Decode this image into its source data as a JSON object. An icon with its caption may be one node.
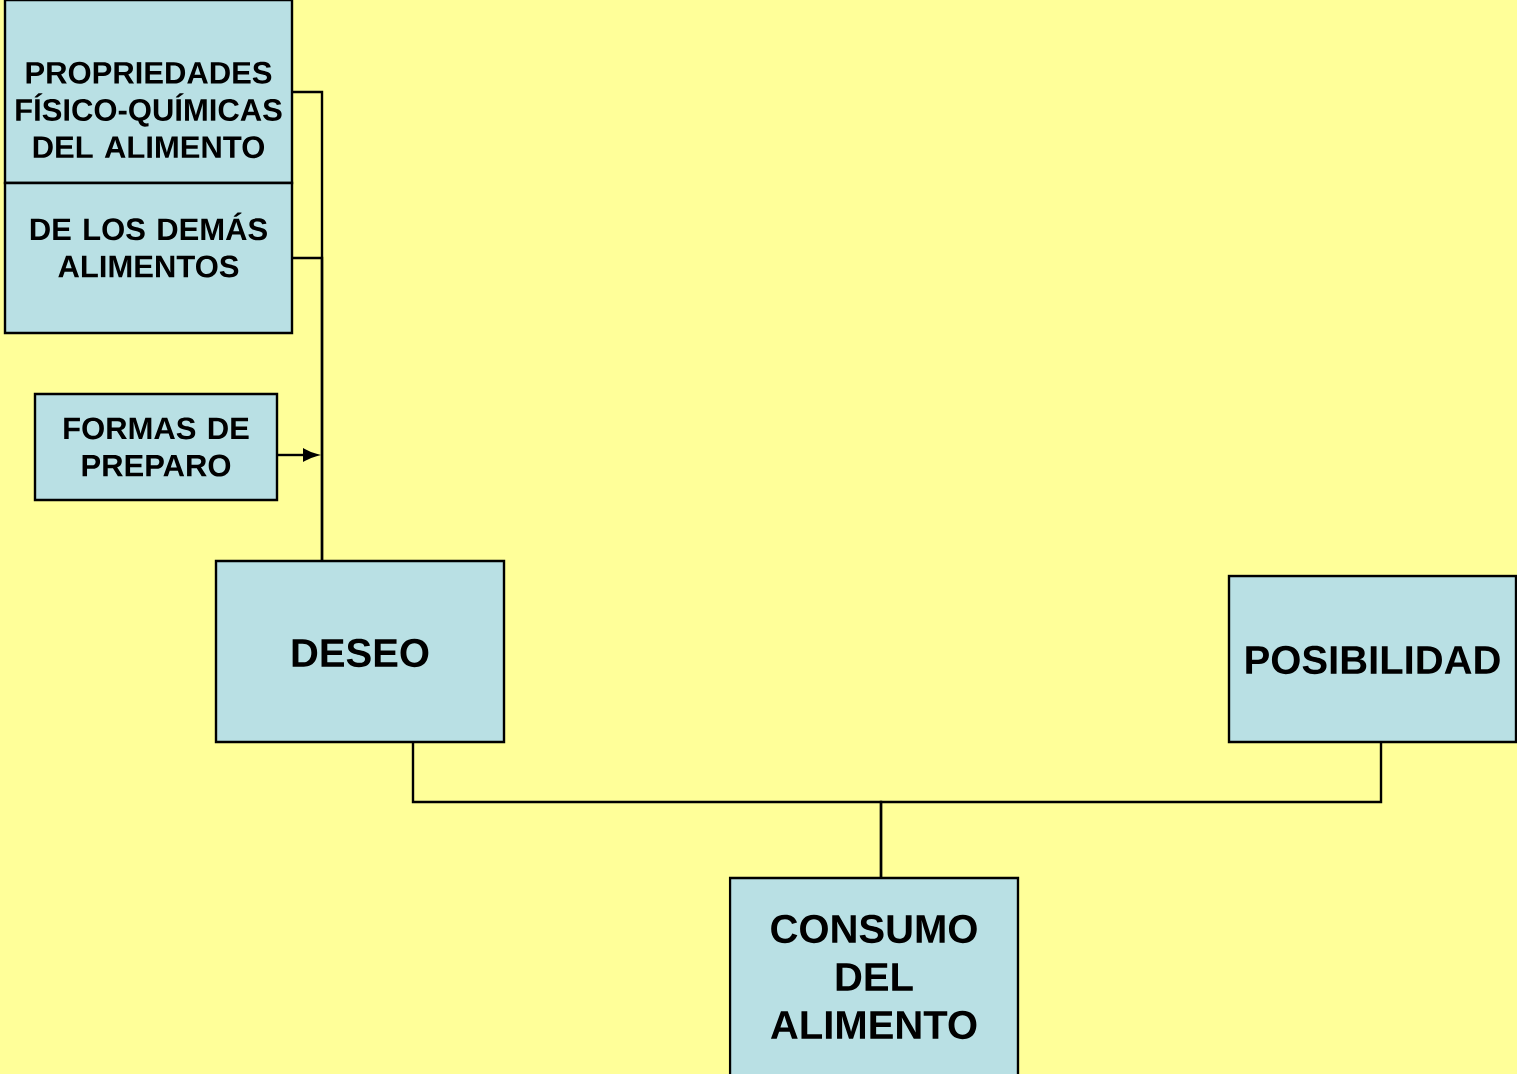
{
  "diagram": {
    "nodes": [
      {
        "text": [
          "PROPRIEDADES FÍSICO-QUÍMICAS DEL ALIMENTO"
        ]
      },
      {
        "text": [
          "DE LOS DEMÁS ALIMENTOS"
        ]
      },
      {
        "text": [
          "FORMAS DE PREPARO"
        ]
      },
      {
        "text": [
          "DESEO"
        ]
      },
      {
        "text": [
          "POSIBILIDAD"
        ]
      },
      {
        "text": [
          "CONSUMO DEL ALIMENTO"
        ]
      }
    ],
    "edges": [
      {
        "from": 0,
        "to": 3,
        "arrow": "none"
      },
      {
        "from": 1,
        "to": 3,
        "arrow": "none"
      },
      {
        "from": 2,
        "to": null,
        "arrow": "to"
      },
      {
        "from": 3,
        "to": 5,
        "arrow": "none"
      },
      {
        "from": 4,
        "to": 5,
        "arrow": "none"
      }
    ]
  }
}
